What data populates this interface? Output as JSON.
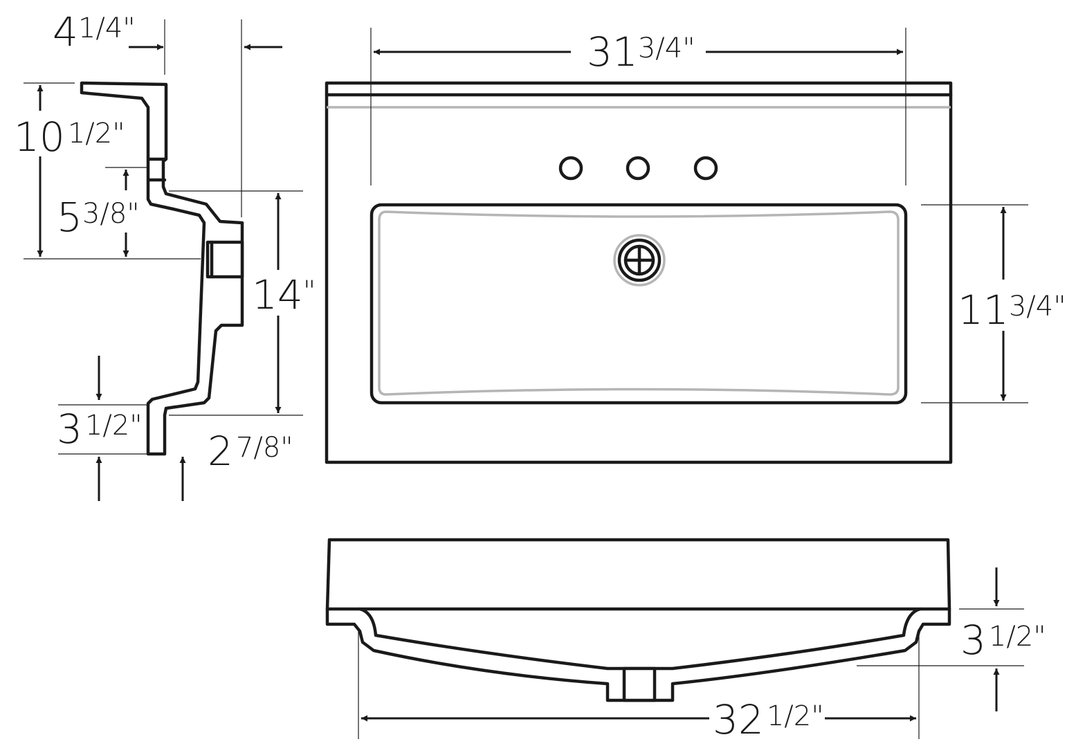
{
  "dimensions": {
    "width_top": {
      "whole": "31",
      "frac": "3/4",
      "unit": "\""
    },
    "width_front": {
      "whole": "32",
      "frac": "1/2",
      "unit": "\""
    },
    "bowl_depth_top": {
      "whole": "11",
      "frac": "3/4",
      "unit": "\""
    },
    "depth_side": {
      "whole": "14",
      "frac": "",
      "unit": "\""
    },
    "backsplash_height": {
      "whole": "10",
      "frac": "1/2",
      "unit": "\""
    },
    "basin_depth": {
      "whole": "5",
      "frac": "3/8",
      "unit": "\""
    },
    "front_edge_side": {
      "whole": "3",
      "frac": "1/2",
      "unit": "\""
    },
    "front_edge_front": {
      "whole": "3",
      "frac": "1/2",
      "unit": "\""
    },
    "backsplash_thick": {
      "whole": "4",
      "frac": "1/4",
      "unit": "\""
    },
    "apron_thickness": {
      "whole": "2",
      "frac": "7/8",
      "unit": "\""
    }
  },
  "colors": {
    "line": "#1a1a1a",
    "inner": "#b5b5b5",
    "background": "#ffffff"
  }
}
